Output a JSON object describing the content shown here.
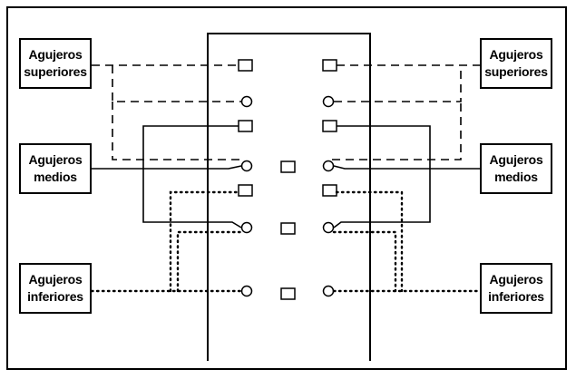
{
  "labels": {
    "superior_left": {
      "line1": "Agujeros",
      "line2": "superiores"
    },
    "superior_right": {
      "line1": "Agujeros",
      "line2": "superiores"
    },
    "medio_left": {
      "line1": "Agujeros",
      "line2": "medios"
    },
    "medio_right": {
      "line1": "Agujeros",
      "line2": "medios"
    },
    "inferior_left": {
      "line1": "Agujeros",
      "line2": "inferiores"
    },
    "inferior_right": {
      "line1": "Agujeros",
      "line2": "inferiores"
    }
  },
  "line_styles": {
    "superiores": "dashed",
    "medios": "solid",
    "inferiores": "dotted"
  },
  "hole_rows": [
    {
      "shape": "square",
      "group": "superiores"
    },
    {
      "shape": "circle",
      "group": "superiores"
    },
    {
      "shape": "square",
      "group": "medios"
    },
    {
      "shape": "circle",
      "group": "medios"
    },
    {
      "shape": "square",
      "group": "inferiores"
    },
    {
      "shape": "circle",
      "group": "inferiores"
    },
    {
      "shape": "circle",
      "group": "inferiores"
    }
  ],
  "colors": {
    "stroke": "#000000",
    "background": "#ffffff"
  }
}
